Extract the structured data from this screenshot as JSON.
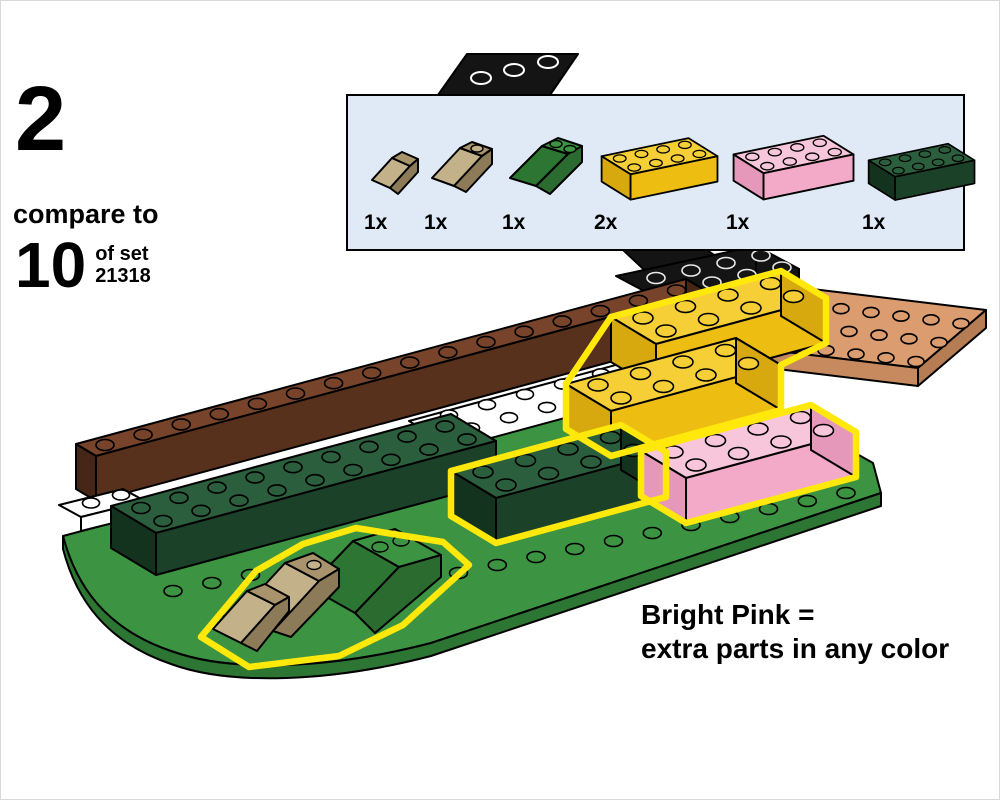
{
  "step": {
    "number": "2",
    "compare_label": "compare to",
    "compare_step": "10",
    "of_set": "of set",
    "set_number": "21318"
  },
  "parts_callout": {
    "parts": [
      {
        "name": "slope-1x1-tan",
        "qty": "1x"
      },
      {
        "name": "slope-1x2-tan",
        "qty": "1x"
      },
      {
        "name": "slope-2x2-green",
        "qty": "1x"
      },
      {
        "name": "brick-2x4-yellow",
        "qty": "2x"
      },
      {
        "name": "brick-2x4-bright-pink",
        "qty": "1x"
      },
      {
        "name": "brick-2x4-dark-green",
        "qty": "1x"
      }
    ]
  },
  "note": {
    "line1": "Bright Pink =",
    "line2": "extra parts in any color"
  },
  "colors": {
    "page_bg": "#ffffff",
    "callout_bg": "#e0eaf6",
    "highlight": "#ffe80a",
    "yellow_top": "#f6cf36",
    "yellow_front": "#eebd11",
    "yellow_side": "#d8a90e",
    "pink_top": "#f7c6da",
    "pink_front": "#f2aac8",
    "pink_side": "#e598ba",
    "dkgreen_top": "#2b5e3c",
    "dkgreen_front": "#1b4129",
    "dkgreen_side": "#14331f",
    "green_top": "#3c9342",
    "green_front": "#2c7532",
    "green_side": "#2b6b30",
    "tan_top": "#c3b18a",
    "tan_front": "#a8936c",
    "tan_side": "#8d7a58",
    "brown_top": "#77432a",
    "brown_front": "#58311c",
    "brown_side": "#462616",
    "salmon_top": "#db9c70",
    "salmon_front": "#c78a5f",
    "salmon_side": "#b67c53",
    "black_part": "#141414"
  }
}
